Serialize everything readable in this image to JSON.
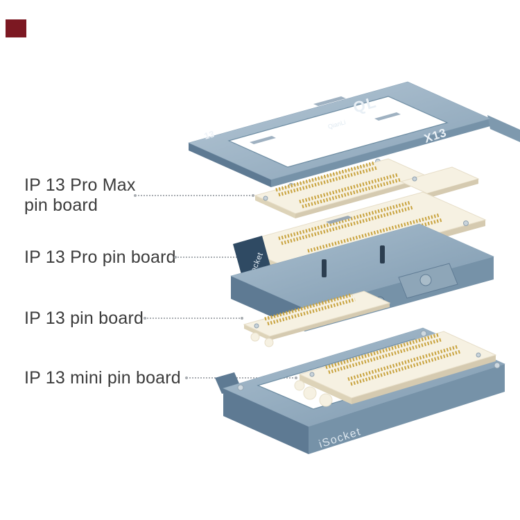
{
  "annotations": {
    "labels": [
      {
        "lines": [
          "IP 13 Pro Max",
          "pin board"
        ]
      },
      {
        "lines": [
          "IP 13 Pro pin board"
        ]
      },
      {
        "lines": [
          "IP 13 pin board"
        ]
      },
      {
        "lines": [
          "IP 13 mini pin board"
        ]
      }
    ]
  },
  "device": {
    "markings": {
      "frame_corner": "13",
      "frame_logo": "QL",
      "frame_brand": "QianLi",
      "frame_model": "X13",
      "clamp_side": "iSocket",
      "base_front": "iSocket"
    },
    "colors": {
      "brand_red": "#7c1822",
      "metal_top": "#9fb5c7",
      "metal_side": "#5e7a93",
      "board_cream": "#f6f1e2",
      "pin_gold": "#c8a23c"
    }
  }
}
